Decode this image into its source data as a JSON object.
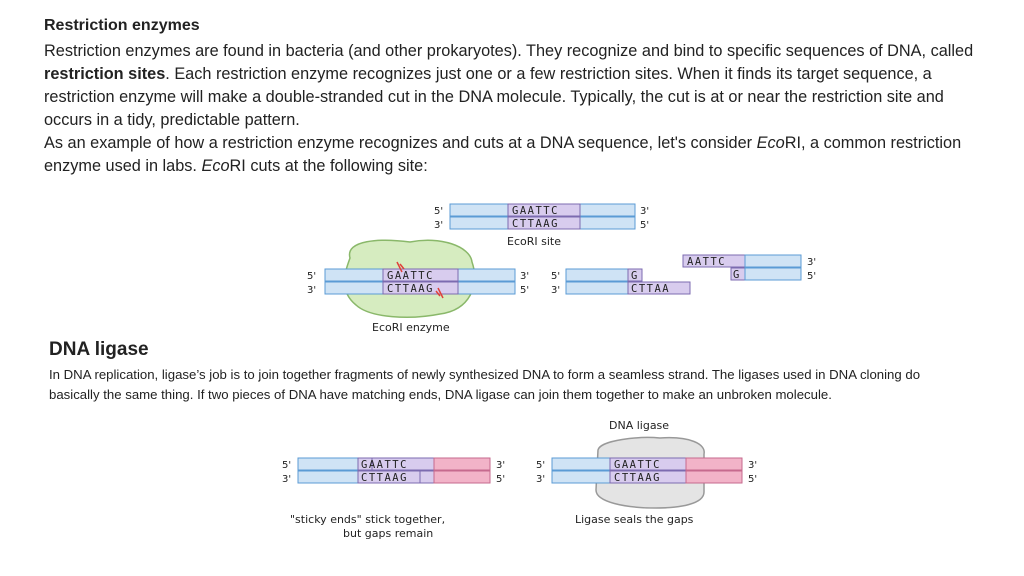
{
  "section1": {
    "title": "Restriction enzymes",
    "p1_a": "Restriction enzymes are found in bacteria (and other prokaryotes). They recognize and bind to specific sequences of DNA, called ",
    "p1_bold": "restriction sites",
    "p1_b": ". Each restriction enzyme recognizes just one or a few restriction sites. When it finds its target sequence, a restriction enzyme will make a double-stranded cut in the DNA molecule. Typically, the cut is at or near the restriction site and occurs in a tidy, predictable pattern.",
    "p2_a": "As an example of how a restriction enzyme recognizes and cuts at a DNA sequence, let's consider ",
    "p2_eco1": "Eco",
    "p2_b": "RI, a common restriction enzyme used in labs. ",
    "p2_eco2": "Eco",
    "p2_c": "RI cuts at the following site:"
  },
  "section2": {
    "title": "DNA ligase",
    "body": "In DNA replication, ligase’s job is to join together fragments of newly synthesized DNA to form a seamless strand. The ligases used in DNA cloning do basically the same thing. If two pieces of DNA have matching ends, DNA ligase can join them together to make an unbroken molecule."
  },
  "figure1": {
    "top_seq": "GAATTC",
    "bottom_seq": "CTTAAG",
    "end_5": "5'",
    "end_3": "3'",
    "site_label": "EcoRI site",
    "enzyme_label": "EcoRI enzyme",
    "frag_left_top": "G",
    "frag_left_bottom": "CTTAA",
    "frag_right_top": "AATTC",
    "frag_right_bottom": "G"
  },
  "figure2": {
    "left_top": "GAATTC",
    "left_bottom": "CTTAAG",
    "sticky_label_1": "\"sticky ends\" stick together,",
    "sticky_label_2": "but gaps remain",
    "ligase_label": "DNA ligase",
    "seal_label": "Ligase seals the gaps",
    "right_top": "GAATTC",
    "right_bottom": "CTTAAG"
  },
  "colors": {
    "strand_blue": "#cfe3f5",
    "strand_border": "#5b9bd5",
    "site_purple": "#d8ccee",
    "pink": "#f2b3c8",
    "enzyme_green": "#d6ecc0",
    "enzyme_border": "#8ab86a",
    "ligase_grey": "#e4e4e4"
  }
}
